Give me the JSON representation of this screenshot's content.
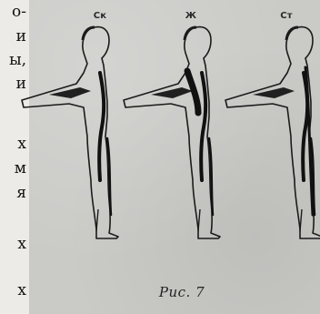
{
  "left_margin_text": [
    "о-",
    "и",
    "ы,",
    "и",
    "х",
    "м",
    "я",
    "х",
    "х"
  ],
  "figure_labels": [
    "Ск",
    "Ж",
    "Ст"
  ],
  "caption": "Рис. 7"
}
